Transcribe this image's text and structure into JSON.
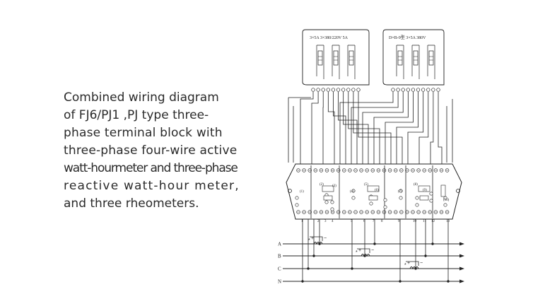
{
  "caption": {
    "lines": [
      "Combined wiring diagram",
      "of FJ6/PJ1 ,PJ type three-",
      "phase terminal block with",
      "three-phase four-wire active",
      "watt-hourmeter and three-phase",
      "reactive watt-hour meter,",
      "and three rheometers."
    ]
  },
  "meters": {
    "active": {
      "label": "3×5A  3×380/220V  5A"
    },
    "reactive": {
      "label": "D×B-9型  3×5A 380V"
    }
  },
  "phases": [
    "A",
    "B",
    "C",
    "N"
  ],
  "terminal_block": {
    "bottom_numbers": [
      "1",
      "2",
      "3",
      "4",
      "5",
      "6",
      "7",
      "8",
      "9",
      "10",
      "11",
      "12",
      "13"
    ],
    "unit_labels": [
      "(1)",
      "(2)",
      "(3)",
      "(4)",
      "(5)",
      "(6)",
      "(7)",
      "(8)",
      "(9)",
      "(10)"
    ]
  },
  "current_transformers": {
    "primary_mark": "*",
    "secondary_mark": "+",
    "minus_mark": "−"
  }
}
